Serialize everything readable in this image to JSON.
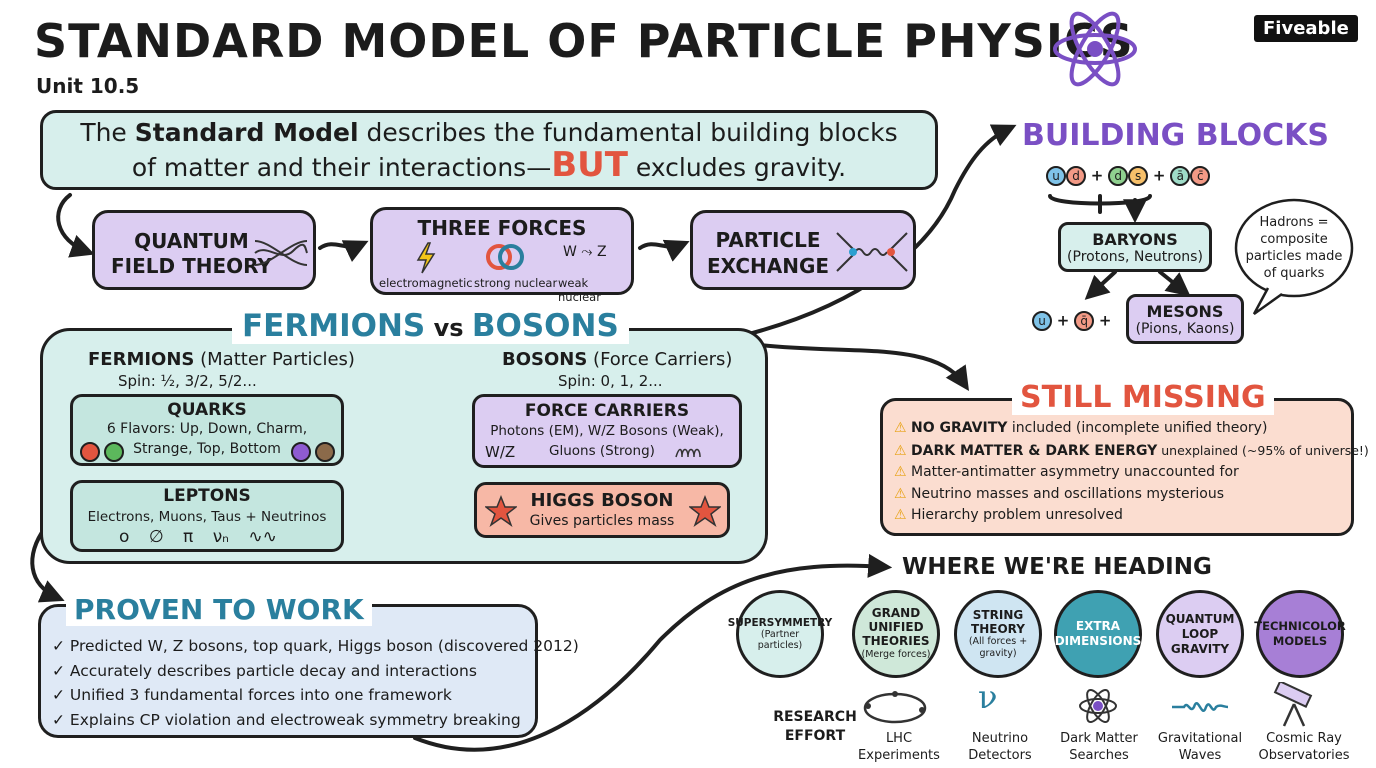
{
  "header": {
    "title": "STANDARD MODEL OF PARTICLE PHYSICS",
    "unit": "Unit 10.5",
    "brand": "Fiveable"
  },
  "intro": {
    "pre": "The ",
    "bold": "Standard Model",
    "mid": " describes the fundamental building blocks",
    "line2a": "of matter and their interactions—",
    "but": "BUT",
    "line2b": " excludes gravity."
  },
  "flow": {
    "qft": [
      "QUANTUM",
      "FIELD THEORY"
    ],
    "forces": {
      "title": "THREE FORCES",
      "items": [
        "electromagnetic",
        "strong nuclear",
        "weak nuclear"
      ],
      "wz": [
        "W",
        "Z"
      ]
    },
    "exchange": [
      "PARTICLE",
      "EXCHANGE"
    ]
  },
  "fb": {
    "title_a": "FERMIONS",
    "vs": " vs ",
    "title_b": "BOSONS",
    "fermions": {
      "head": "FERMIONS",
      "sub": " (Matter Particles)",
      "spin": "Spin: ½, 3/2, 5/2..."
    },
    "quarks": {
      "title": "QUARKS",
      "l1": "6 Flavors: Up, Down, Charm,",
      "l2": "Strange, Top, Bottom"
    },
    "leptons": {
      "title": "LEPTONS",
      "l1": "Electrons, Muons, Taus + Neutrinos",
      "syms": [
        "o",
        "∅",
        "π",
        "νₙ",
        "∿∿"
      ]
    },
    "bosons": {
      "head": "BOSONS",
      "sub": " (Force Carriers)",
      "spin": "Spin: 0, 1, 2..."
    },
    "carriers": {
      "title": "FORCE CARRIERS",
      "l1": "Photons (EM), W/Z Bosons (Weak),",
      "wz": "W/Z",
      "l2": "Gluons (Strong)"
    },
    "higgs": {
      "title": "HIGGS BOSON",
      "sub": "Gives particles mass"
    }
  },
  "proven": {
    "title": "PROVEN TO WORK",
    "items": [
      "✓ Predicted W, Z bosons, top quark, Higgs boson (discovered 2012)",
      "✓ Accurately describes particle decay and interactions",
      "✓ Unified 3 fundamental forces into one framework",
      "✓ Explains CP violation and electroweak symmetry breaking"
    ]
  },
  "blocks": {
    "title": "BUILDING BLOCKS",
    "quarks_row": [
      "u",
      "d",
      "+",
      "d",
      "s",
      "+",
      "ā",
      "c̄"
    ],
    "baryons": [
      "BARYONS",
      "(Protons, Neutrons)"
    ],
    "mesons": [
      "MESONS",
      "(Pions, Kaons)"
    ],
    "meson_row": [
      "u",
      "+",
      "q̄",
      "+"
    ],
    "bubble": [
      "Hadrons =",
      "composite",
      "particles made",
      "of quarks"
    ]
  },
  "missing": {
    "title": "STILL MISSING",
    "items": [
      {
        "bold": "NO GRAVITY",
        "rest": " included (incomplete unified theory)"
      },
      {
        "bold": "DARK MATTER & DARK ENERGY",
        "rest": " unexplained (~95% of universe!)"
      },
      {
        "bold": "",
        "rest": "Matter-antimatter asymmetry unaccounted for"
      },
      {
        "bold": "",
        "rest": "Neutrino masses and oscillations mysterious"
      },
      {
        "bold": "",
        "rest": "Hierarchy problem unresolved"
      }
    ]
  },
  "heading": {
    "title": "WHERE WE'RE HEADING",
    "theories": [
      {
        "main": "SUPERSYMMETRY",
        "sub": "(Partner particles)",
        "color": "#d7efec"
      },
      {
        "main": "GRAND UNIFIED THEORIES",
        "sub": "(Merge forces)",
        "color": "#cfe8d9"
      },
      {
        "main": "STRING THEORY",
        "sub": "(All forces + gravity)",
        "color": "#cfe5f2"
      },
      {
        "main": "EXTRA DIMENSIONS",
        "sub": "",
        "color": "#3fa1b2"
      },
      {
        "main": "QUANTUM LOOP GRAVITY",
        "sub": "",
        "color": "#dccdf2"
      },
      {
        "main": "TECHNICOLOR MODELS",
        "sub": "",
        "color": "#a77fd6"
      }
    ],
    "research_label": "RESEARCH EFFORT",
    "research": [
      "LHC Experiments",
      "Neutrino Detectors",
      "Dark Matter Searches",
      "Gravitational Waves",
      "Cosmic Ray Observatories"
    ]
  },
  "colors": {
    "accent_teal": "#2a7f9e",
    "accent_purple": "#7a4fc4",
    "accent_red": "#e2553f"
  }
}
